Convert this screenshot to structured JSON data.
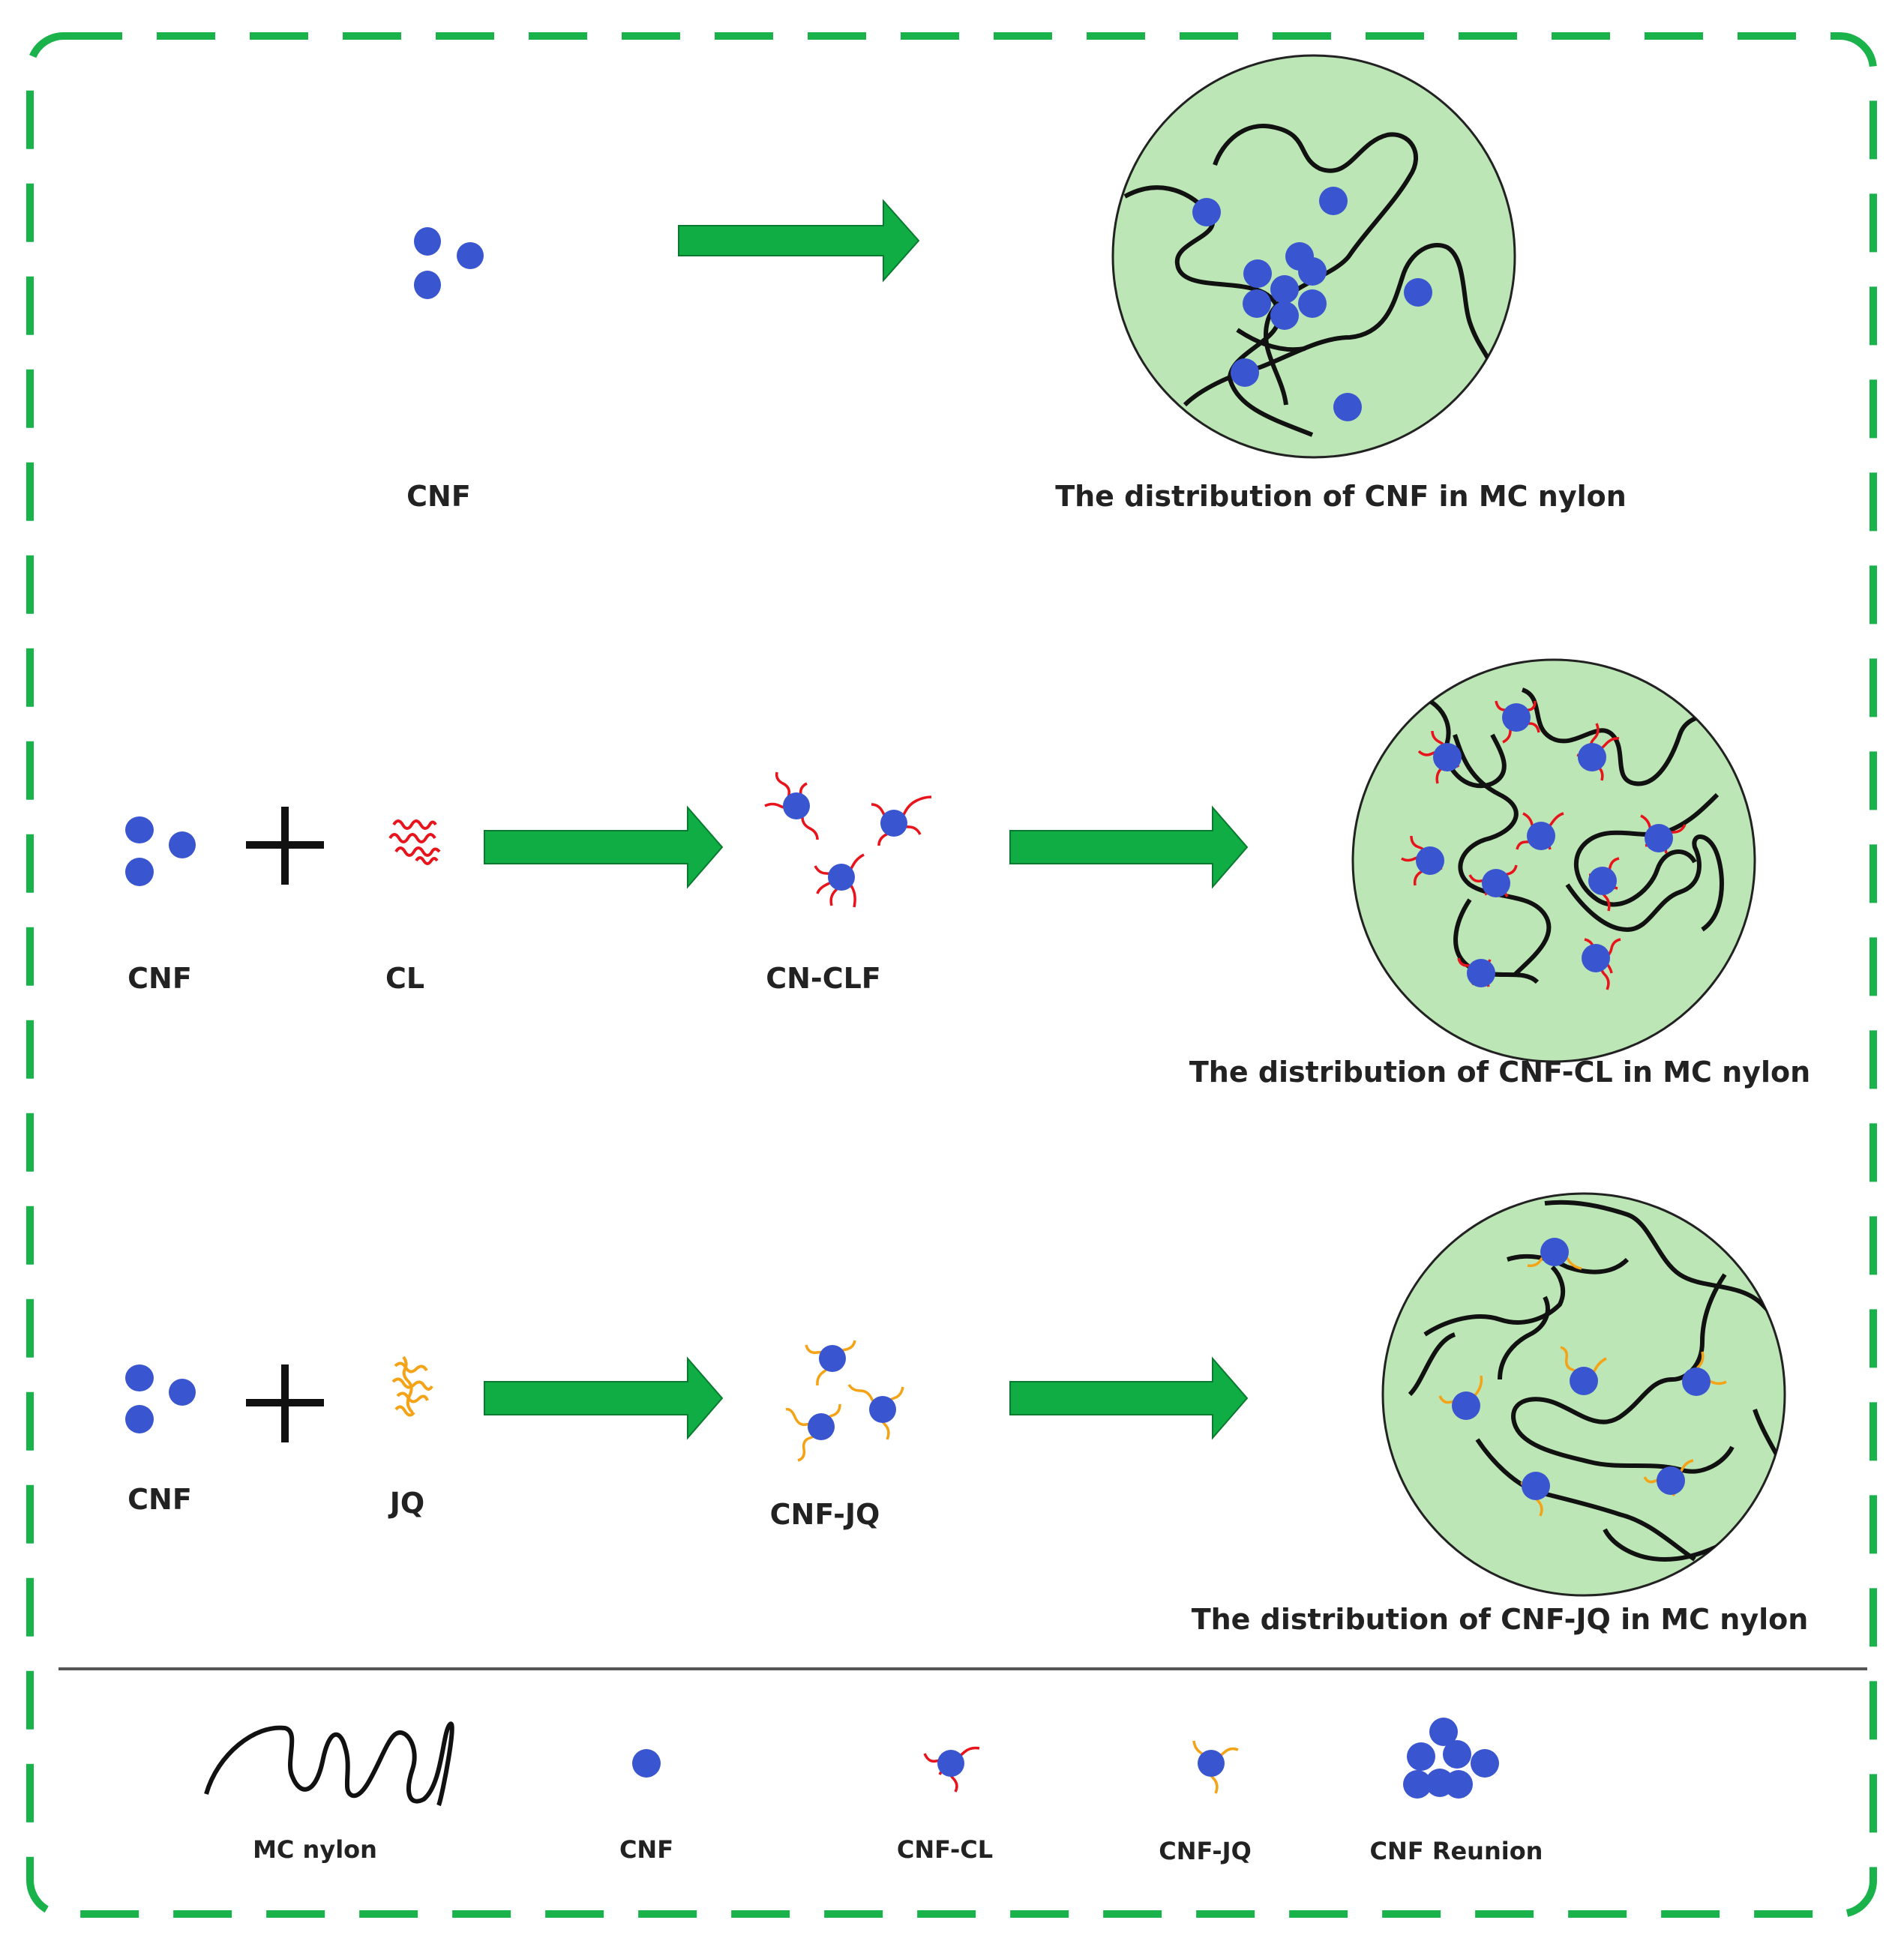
{
  "colors": {
    "frame": "#19b24b",
    "arrow": "#10ad45",
    "arrow_edge": "#0a7a30",
    "cnf": "#3a55d0",
    "matrix_fill": "#bde6b6",
    "matrix_edge": "#222222",
    "nylon": "#111111",
    "cl_chain": "#e8141c",
    "jq_chain": "#f5a316",
    "divider": "#555555"
  },
  "rows": [
    {
      "reactants": [
        {
          "label": "CNF",
          "icon": "cnf-cluster-icon"
        }
      ],
      "result_label": "The distribution of CNF in MC nylon"
    },
    {
      "reactants": [
        {
          "label": "CNF",
          "icon": "cnf-cluster-icon"
        },
        {
          "label": "CL",
          "icon": "cl-chain-icon"
        }
      ],
      "product_label": "CN-CLF",
      "result_label": "The distribution of CNF-CL in MC nylon"
    },
    {
      "reactants": [
        {
          "label": "CNF",
          "icon": "cnf-cluster-icon"
        },
        {
          "label": "JQ",
          "icon": "jq-chain-icon"
        }
      ],
      "product_label": "CNF-JQ",
      "result_label": "The distribution of CNF-JQ in MC nylon"
    }
  ],
  "legend": [
    {
      "label": "MC nylon",
      "icon": "mc-nylon-icon"
    },
    {
      "label": "CNF",
      "icon": "cnf-dot-icon"
    },
    {
      "label": "CNF-CL",
      "icon": "cnf-cl-icon"
    },
    {
      "label": "CNF-JQ",
      "icon": "cnf-jq-icon"
    },
    {
      "label": "CNF Reunion",
      "icon": "cnf-reunion-icon"
    }
  ]
}
